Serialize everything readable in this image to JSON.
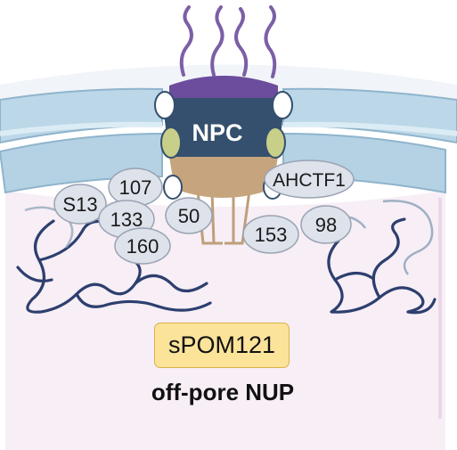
{
  "npc_label": "NPC",
  "nups": {
    "s13": "S13",
    "n107": "107",
    "n133": "133",
    "n160": "160",
    "n50": "50",
    "ahctf1": "AHCTF1",
    "n153": "153",
    "n98": "98"
  },
  "spom_label": "sPOM121",
  "caption": "off-pore NUP",
  "colors": {
    "nucleoplasm": "#f7eef6",
    "membrane": "#bcd8e8",
    "npc_core": "#35506e",
    "npc_cap": "#6c4c9c",
    "npc_basket": "#bf9e7a",
    "nup_fill": "#dde2eb",
    "chromatin": "#2d3f6e",
    "highlight_box": "#fbe39a"
  }
}
